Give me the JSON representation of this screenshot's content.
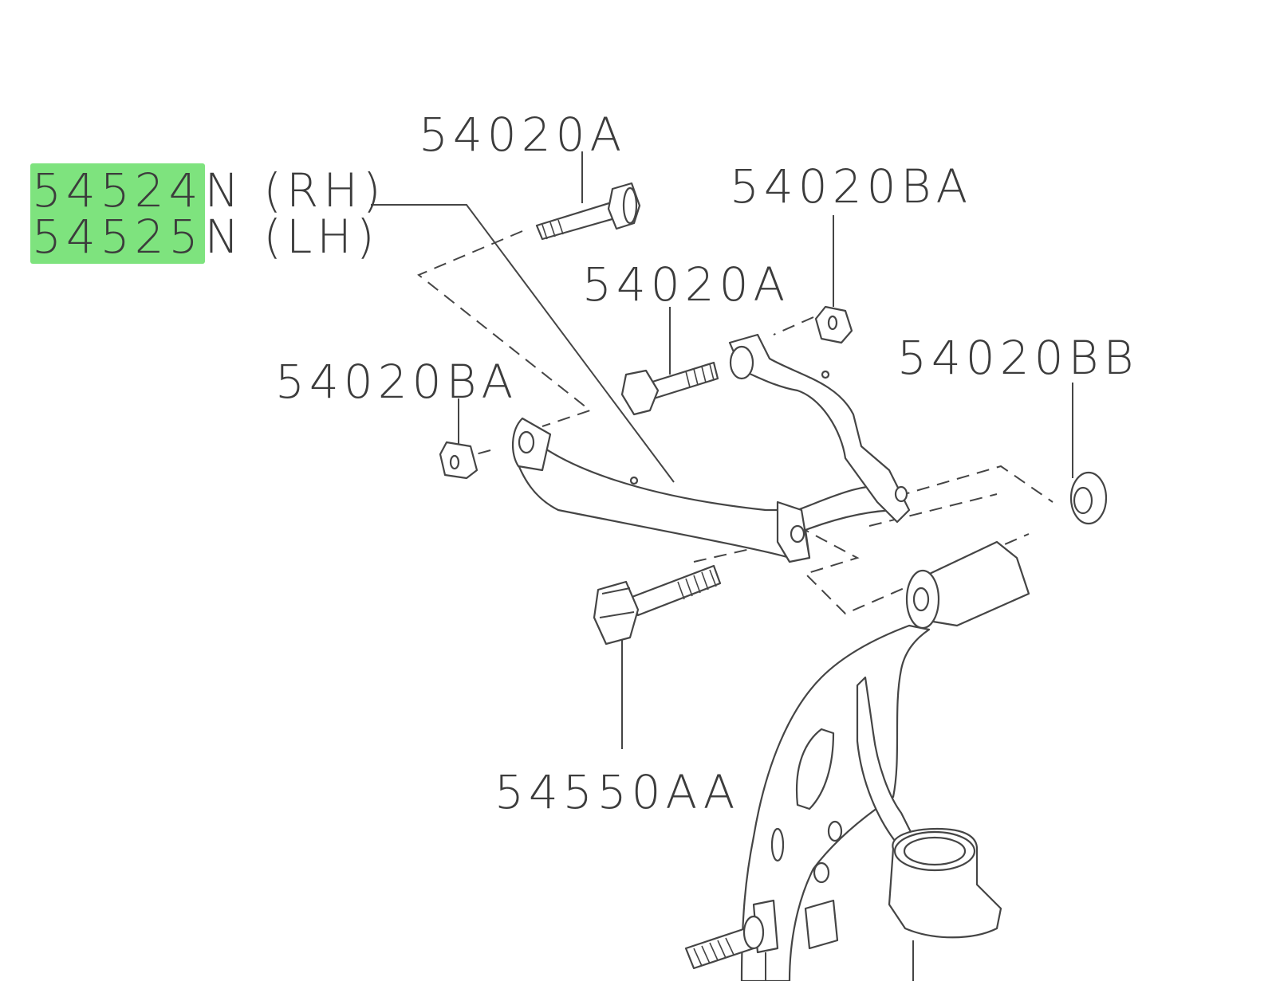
{
  "labels": {
    "rh_part_highlight": "54524",
    "rh_part_suffix": "N (RH)",
    "lh_part_highlight": "54525",
    "lh_part_suffix": "N (LH)",
    "bolt_top": "54020A",
    "nut_top_right": "54020BA",
    "bolt_mid": "54020A",
    "nut_right": "54020BB",
    "nut_left": "54020BA",
    "bolt_lower": "54550AA"
  },
  "colors": {
    "highlight": "#7ee37e",
    "line": "#454545",
    "text": "#3c3c3c"
  }
}
